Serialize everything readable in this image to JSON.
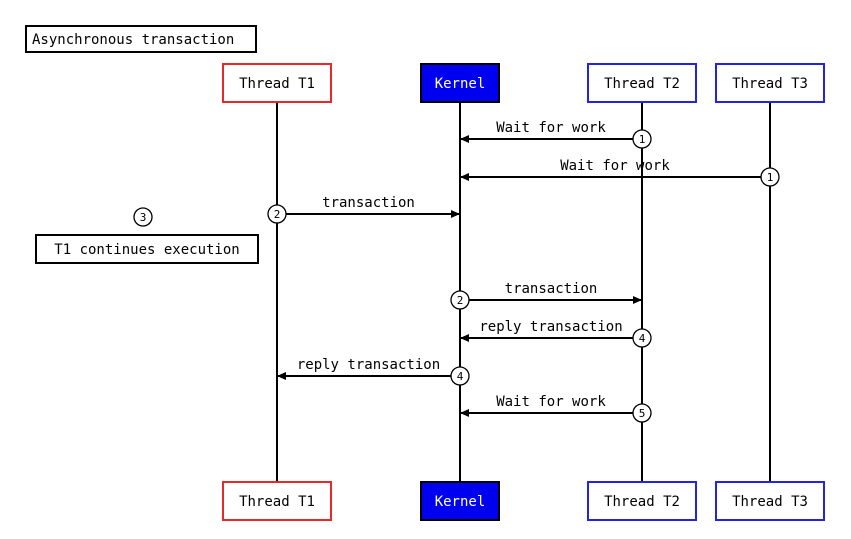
{
  "title": "Asynchronous transaction",
  "participants": [
    {
      "id": "t1",
      "label": "Thread T1",
      "style": "thread-red"
    },
    {
      "id": "kernel",
      "label": "Kernel",
      "style": "kernel"
    },
    {
      "id": "t2",
      "label": "Thread T2",
      "style": "thread-blue"
    },
    {
      "id": "t3",
      "label": "Thread T3",
      "style": "thread-blue"
    }
  ],
  "messages": [
    {
      "from": "t2",
      "to": "kernel",
      "label": "Wait for work",
      "step": "1"
    },
    {
      "from": "t3",
      "to": "kernel",
      "label": "Wait for work",
      "step": "1"
    },
    {
      "from": "t1",
      "to": "kernel",
      "label": "transaction",
      "step": "2"
    },
    {
      "from": "kernel",
      "to": "t2",
      "label": "transaction",
      "step": "2"
    },
    {
      "from": "t2",
      "to": "kernel",
      "label": "reply transaction",
      "step": "4"
    },
    {
      "from": "kernel",
      "to": "t1",
      "label": "reply transaction",
      "step": "4"
    },
    {
      "from": "t2",
      "to": "kernel",
      "label": "Wait for work",
      "step": "5"
    }
  ],
  "note": {
    "step": "3",
    "text": "T1 continues execution"
  },
  "colors": {
    "thread_red": "#e8282a",
    "thread_blue": "#2424e0",
    "kernel_fill": "#0000f0",
    "kernel_text": "#ffffff",
    "line": "#000000"
  }
}
